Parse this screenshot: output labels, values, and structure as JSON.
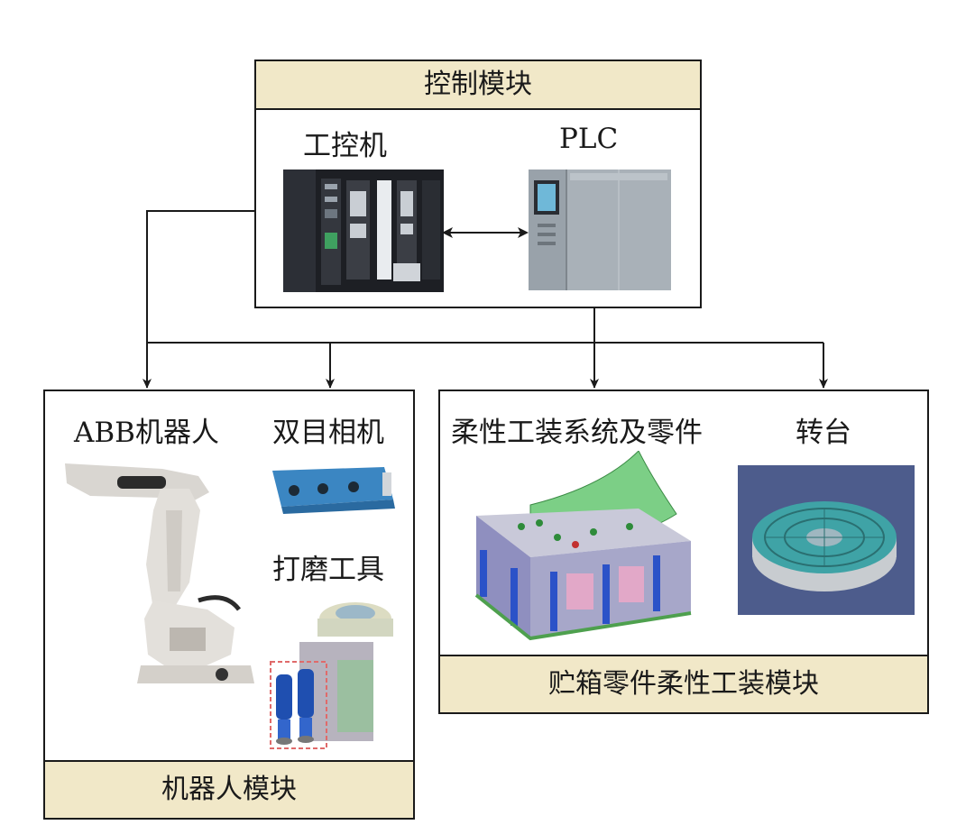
{
  "control_module": {
    "title": "控制模块",
    "ipc_label": "工控机",
    "plc_label": "PLC"
  },
  "robot_module": {
    "title": "机器人模块",
    "robot_label": "ABB机器人",
    "camera_label": "双目相机",
    "tool_label": "打磨工具"
  },
  "tooling_module": {
    "title": "贮箱零件柔性工装模块",
    "fixture_label": "柔性工装系统及零件",
    "turntable_label": "转台"
  }
}
